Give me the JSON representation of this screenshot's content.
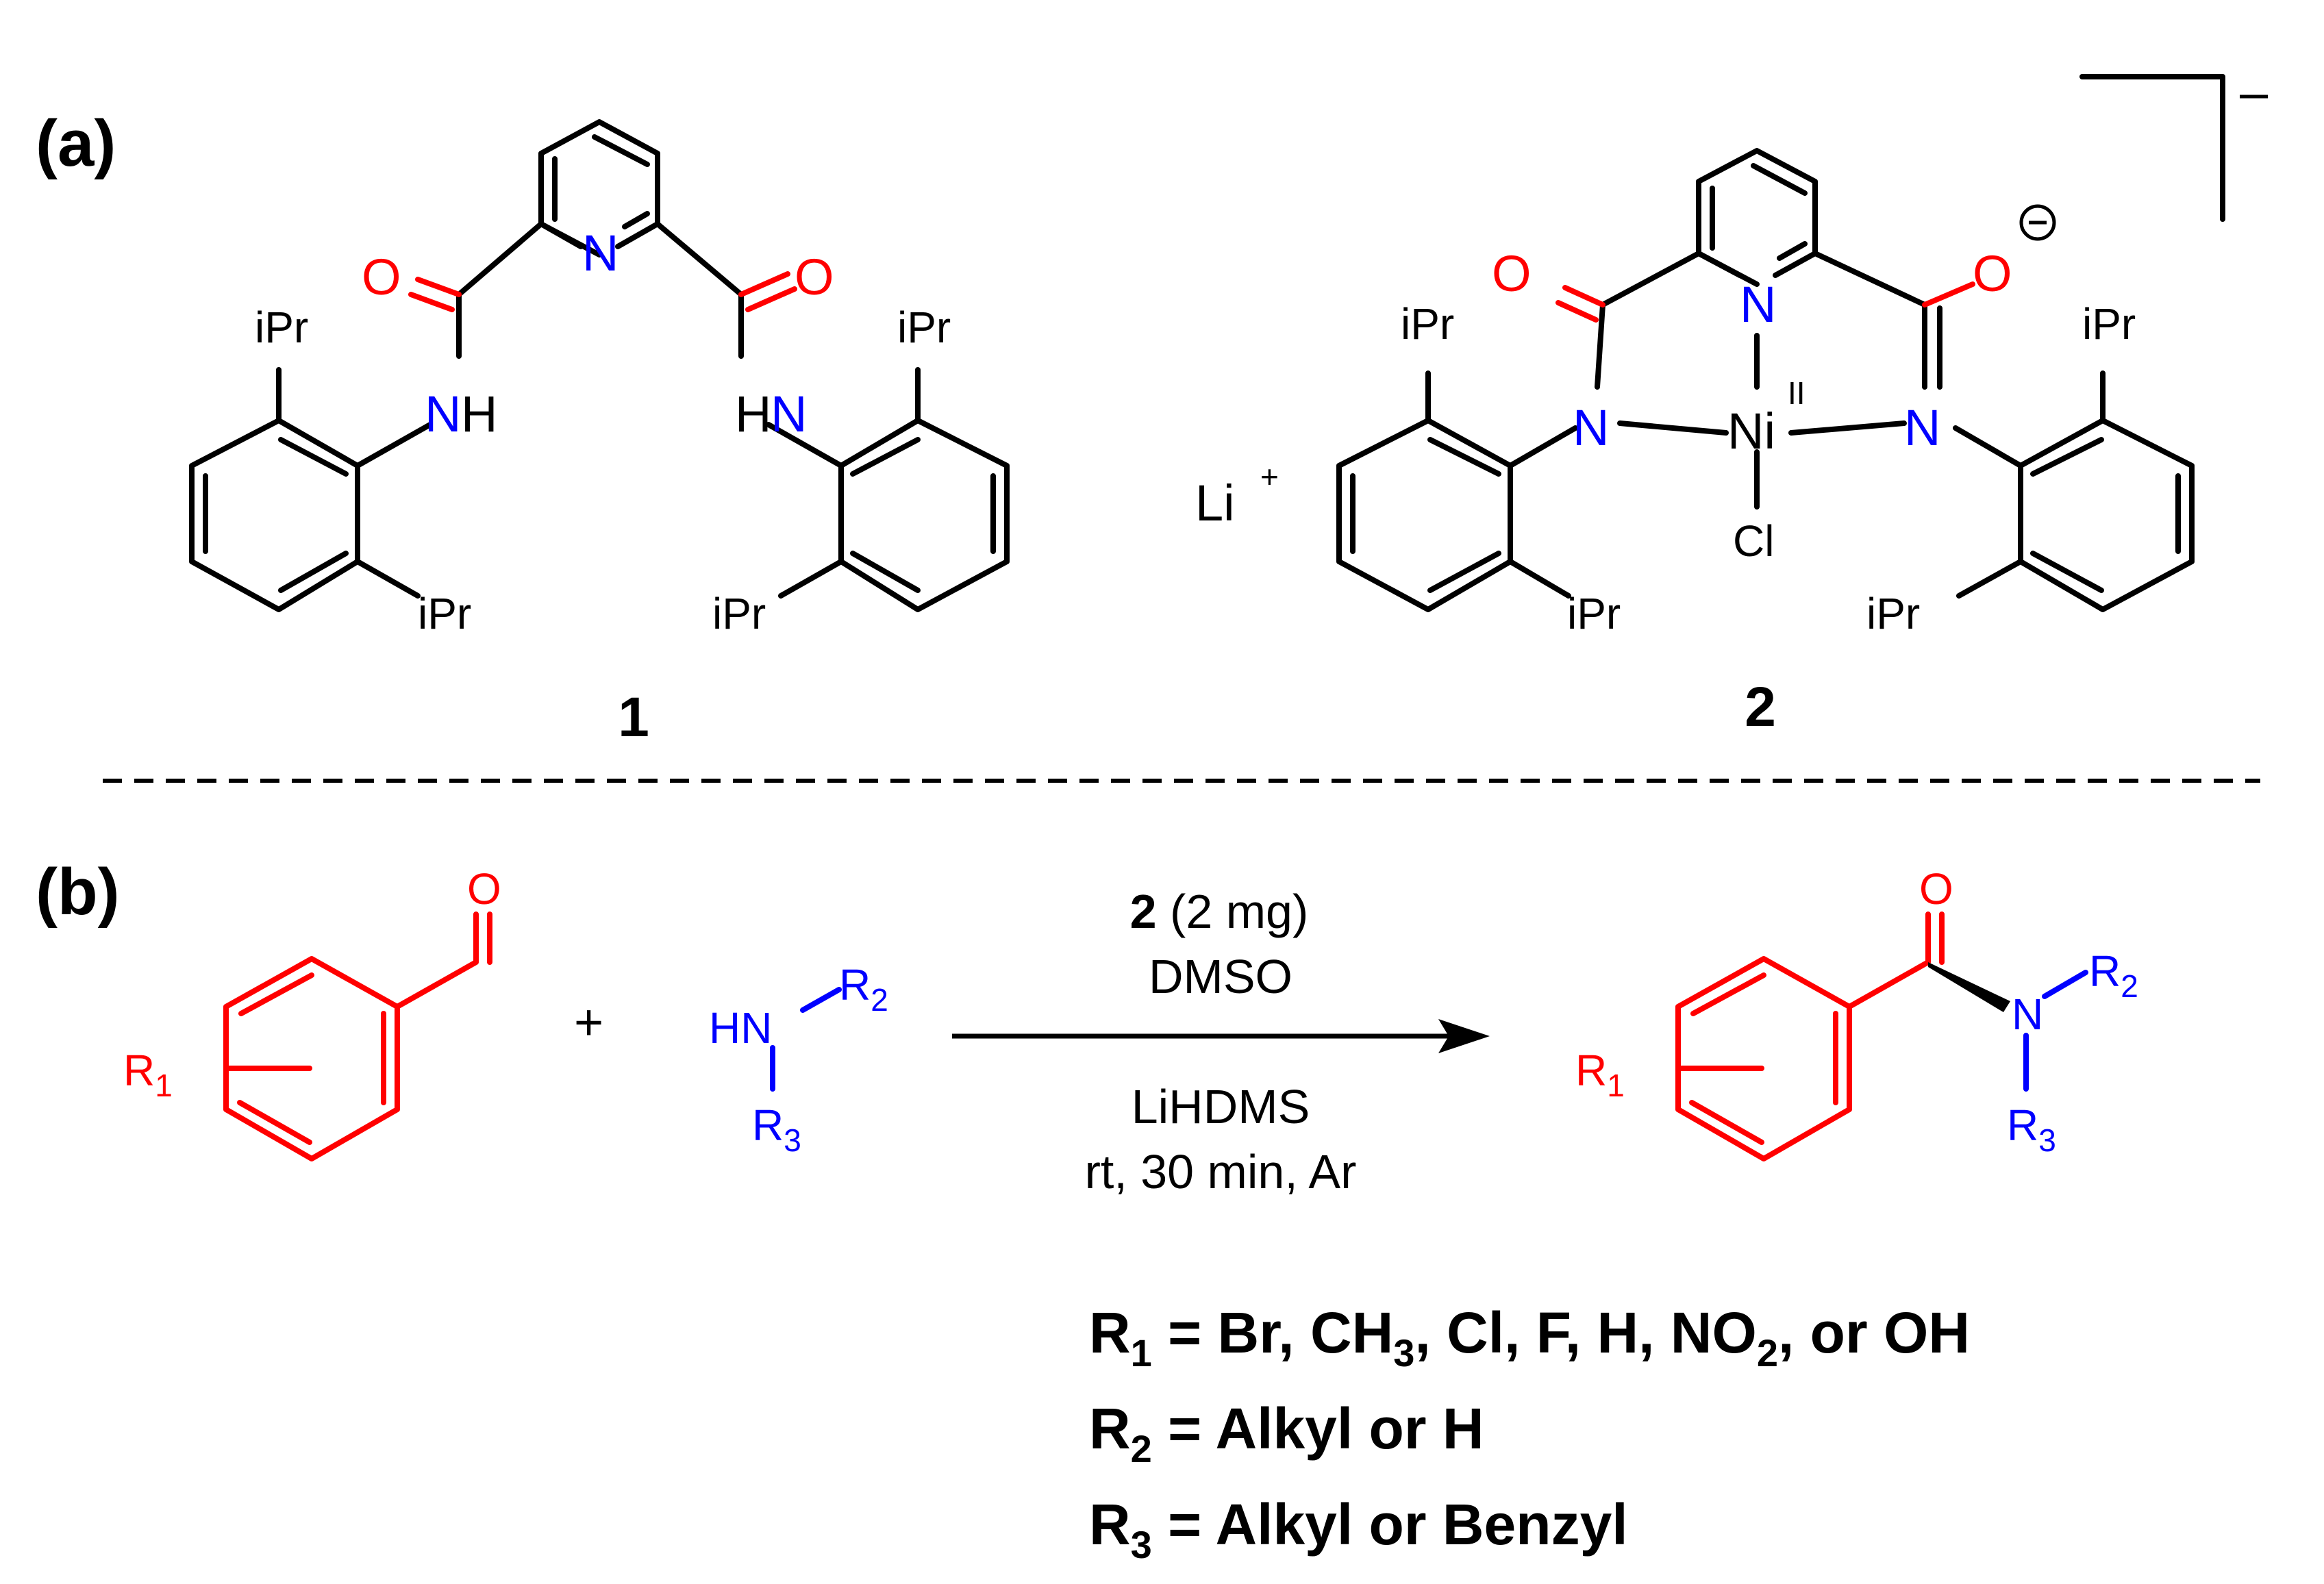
{
  "panels": {
    "a": "(a)",
    "b": "(b)"
  },
  "compound1": {
    "label": "1",
    "O": "O",
    "N": "N",
    "H": "H",
    "iPr": "iPr"
  },
  "compound2": {
    "label": "2",
    "Li": "Li",
    "plus": "+",
    "O": "O",
    "N": "N",
    "Ni": "Ni",
    "ox": "II",
    "Cl": "Cl",
    "neg": "⊖",
    "bracket_charge": "–",
    "iPr": "iPr"
  },
  "reaction": {
    "plus": "+",
    "reactant_O": "O",
    "amine": {
      "HN": "HN",
      "R": "R",
      "two": "2",
      "three": "3"
    },
    "R": "R",
    "one": "1",
    "N": "N",
    "O": "O",
    "above_arrow_bold": "2",
    "above_arrow_line1": " (2 mg)",
    "above_arrow_line2": "DMSO",
    "below_arrow_line1": "LiHDMS",
    "below_arrow_line2": "rt, 30 min, Ar"
  },
  "definitions": [
    {
      "R": "R",
      "sub": "1",
      "text_a": " = Br, CH",
      "sub2": "3",
      "text_b": ", Cl, F, H, NO",
      "sub3": "2",
      "text_c": ", or OH"
    },
    {
      "R": "R",
      "sub": "2",
      "text": " = Alkyl or H"
    },
    {
      "R": "R",
      "sub": "3",
      "text": " = Alkyl or Benzyl"
    }
  ],
  "colors": {
    "black": "#000000",
    "red": "#ff0000",
    "blue": "#0000ff"
  }
}
